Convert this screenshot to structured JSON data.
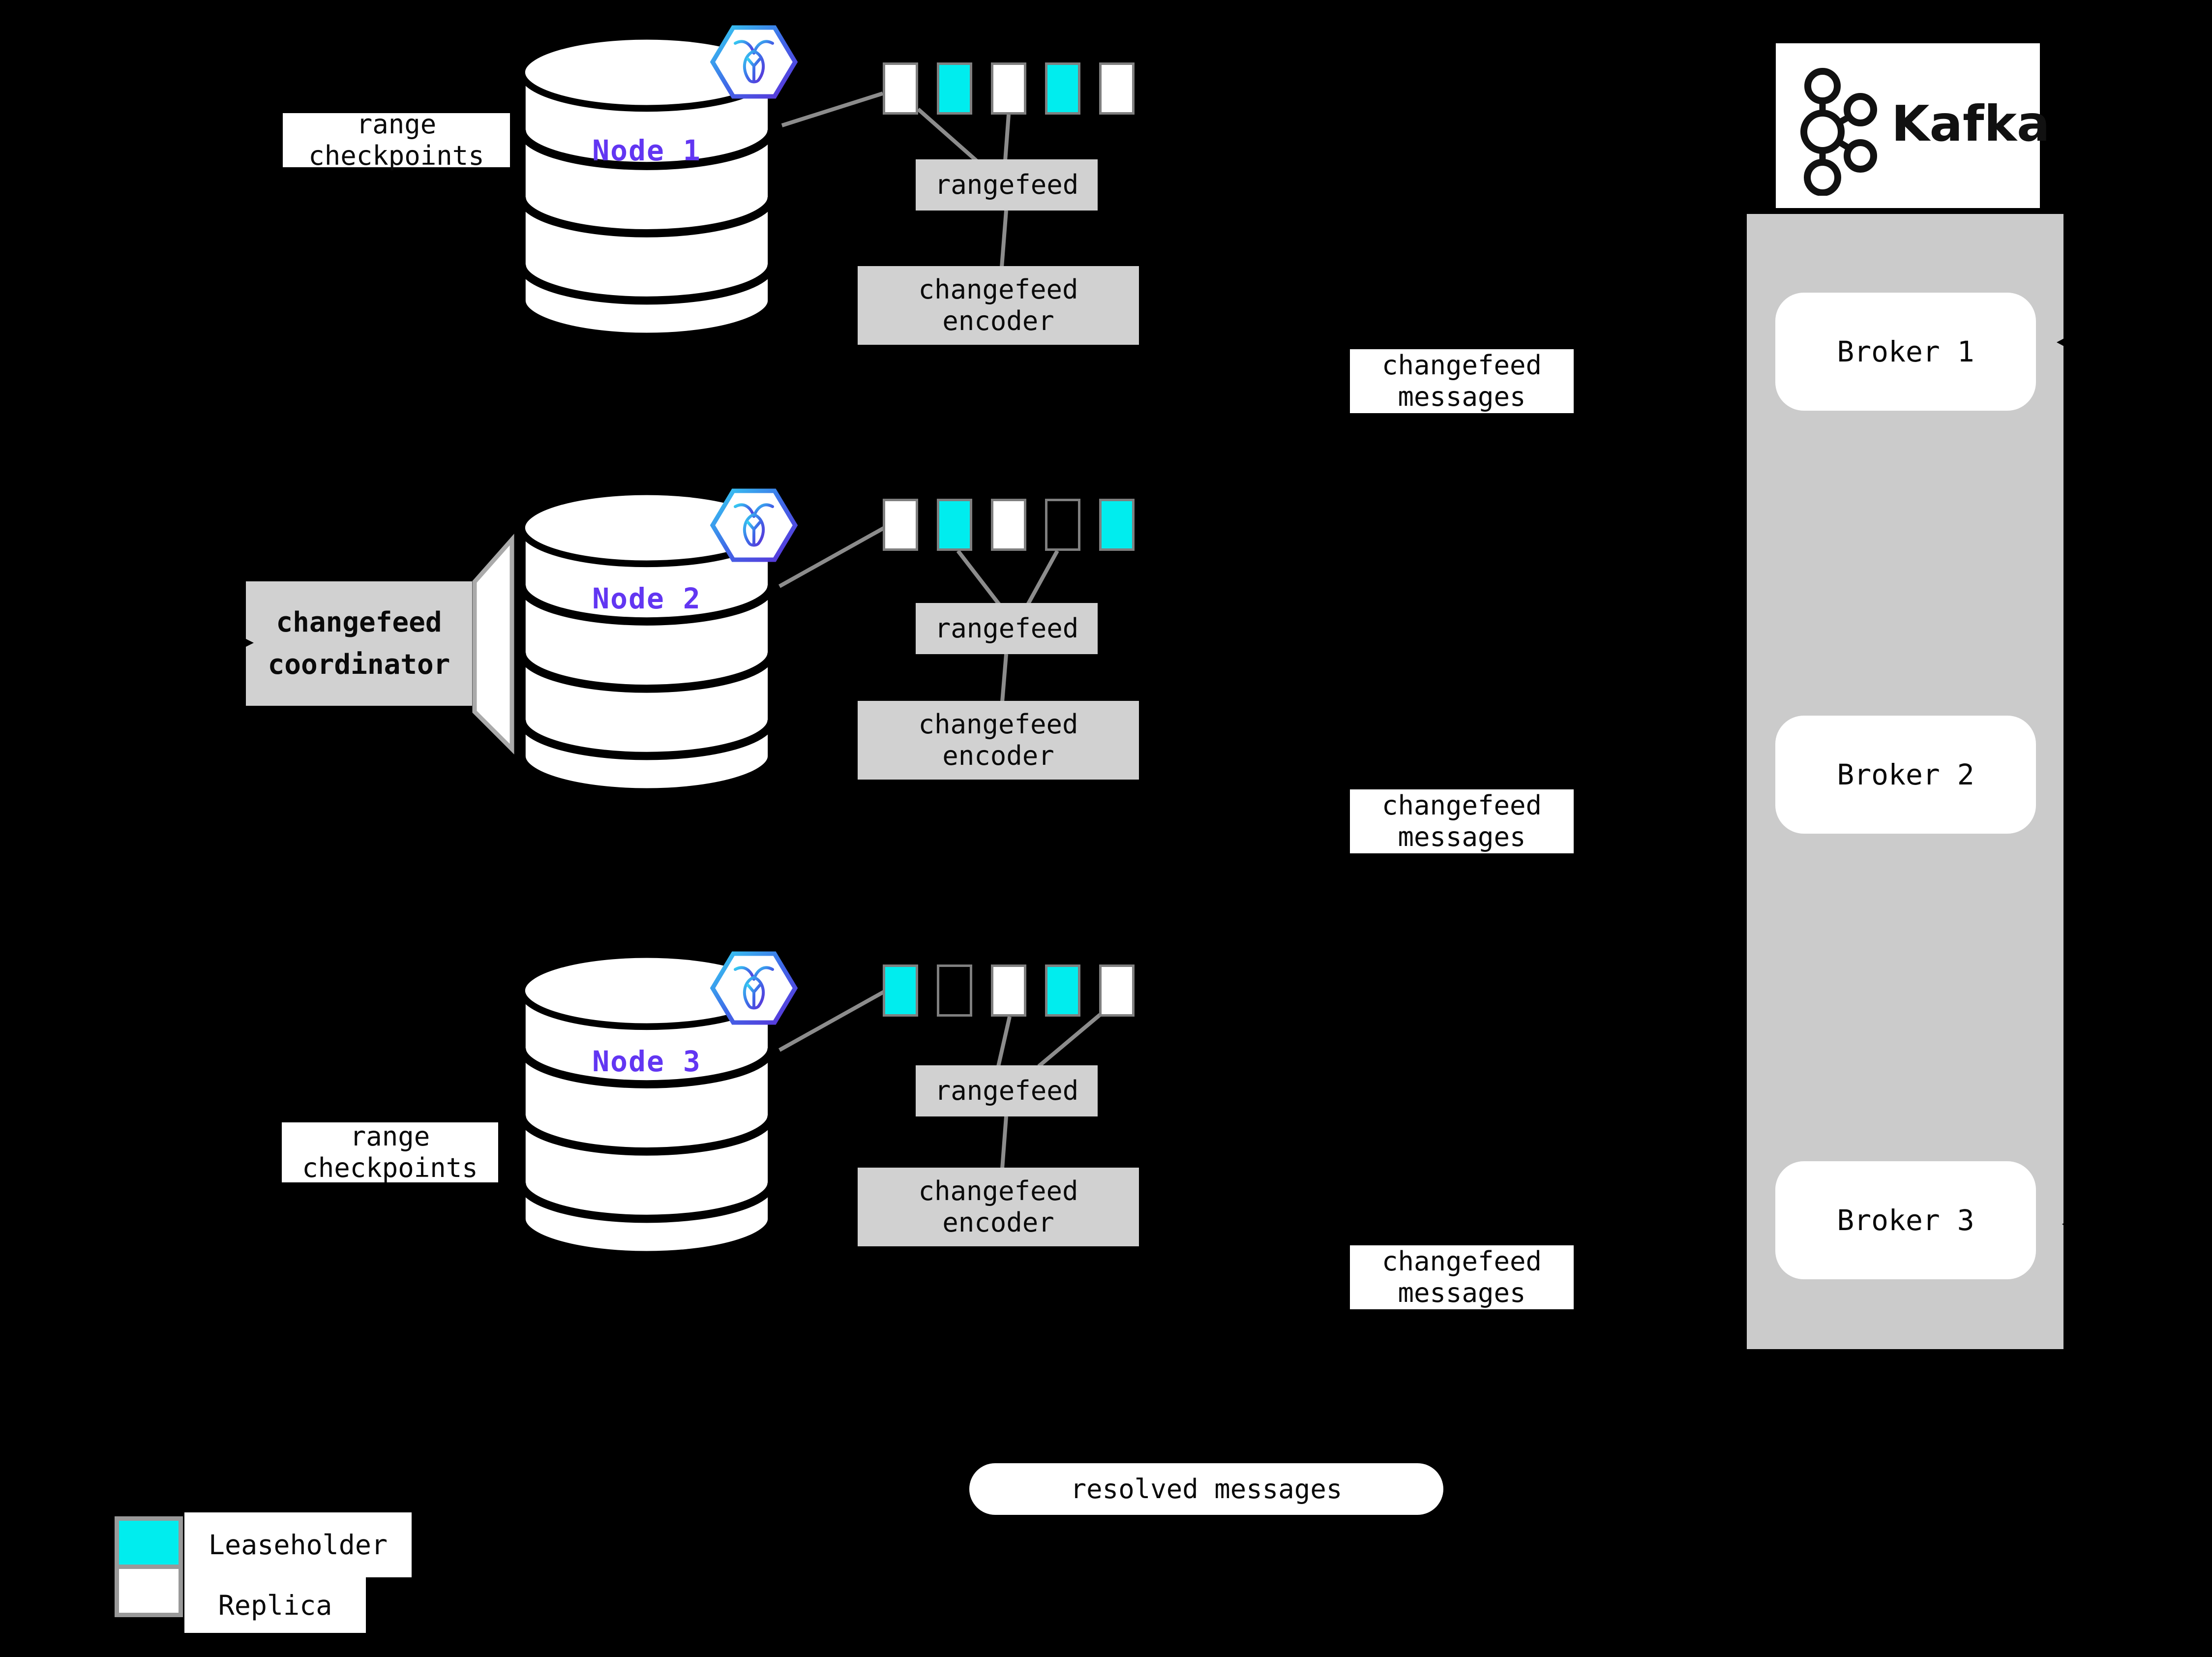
{
  "labels": {
    "range_checkpoints_line1": "range",
    "range_checkpoints_line2": "checkpoints",
    "coordinator_line1": "changefeed",
    "coordinator_line2": "coordinator",
    "rangefeed": "rangefeed",
    "encoder_line1": "changefeed",
    "encoder_line2": "encoder",
    "messages_line1": "changefeed",
    "messages_line2": "messages",
    "resolved_messages": "resolved messages"
  },
  "nodes": [
    {
      "label": "Node 1",
      "ranges": [
        "replica",
        "leaseholder",
        "replica",
        "leaseholder",
        "replica"
      ]
    },
    {
      "label": "Node 2",
      "ranges": [
        "replica",
        "leaseholder",
        "replica",
        "hollow",
        "leaseholder"
      ]
    },
    {
      "label": "Node 3",
      "ranges": [
        "leaseholder",
        "hollow",
        "replica",
        "leaseholder",
        "replica"
      ]
    }
  ],
  "kafka": {
    "wordmark": "Kafka",
    "brokers": [
      {
        "label": "Broker 1"
      },
      {
        "label": "Broker 2"
      },
      {
        "label": "Broker 3"
      }
    ]
  },
  "legend": {
    "items": [
      {
        "kind": "leaseholder",
        "label": "Leaseholder"
      },
      {
        "kind": "replica",
        "label": "Replica"
      }
    ]
  },
  "colors": {
    "leaseholder": "#00edee",
    "replica": "#ffffff",
    "accent_purple": "#6236f2",
    "panel_gray": "#d1d1d1",
    "container_gray": "#cbcbcb",
    "background": "#000000"
  }
}
